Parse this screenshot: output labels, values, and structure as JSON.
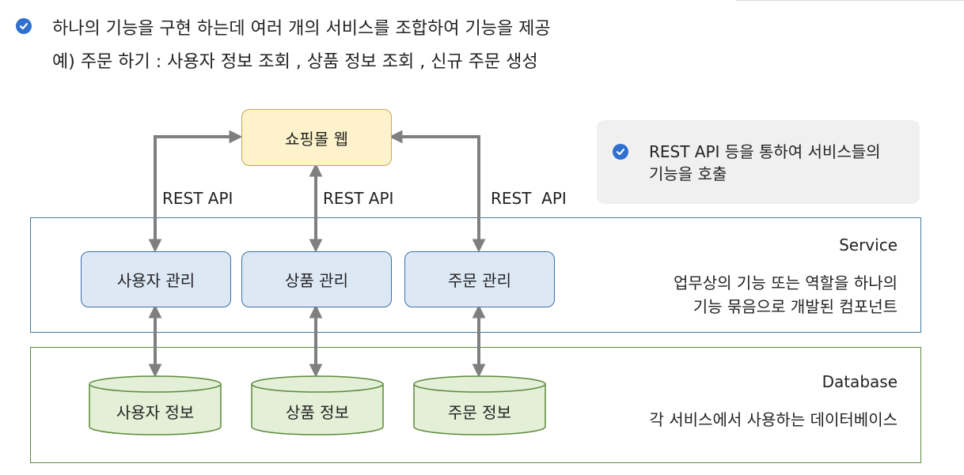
{
  "header": {
    "line1": "하나의 기능을 구현 하는데 여러 개의 서비스를 조합하여 기능을 제공",
    "line2": "예) 주문 하기 : 사용자 정보 조회 , 상품 정보 조회 , 신규 주문 생성"
  },
  "callout": {
    "line1": "REST API 등을 통하여 서비스들의",
    "line2": "기능을 호출"
  },
  "web": {
    "label": "쇼핑몰 웹"
  },
  "api_labels": [
    "REST API",
    "REST API",
    "REST  API"
  ],
  "services": [
    "사용자 관리",
    "상품 관리",
    "주문 관리"
  ],
  "databases": [
    "사용자 정보",
    "상품 정보",
    "주문 정보"
  ],
  "service_section": {
    "title": "Service",
    "desc1": "업무상의 기능 또는 역할을 하나의",
    "desc2": "기능 묶음으로 개발된 컴포넌트"
  },
  "db_section": {
    "title": "Database",
    "desc": "각 서비스에서 사용하는 데이터베이스"
  },
  "colors": {
    "check": "#2f6fd0",
    "web_fill": "#fdf2cc",
    "service_fill": "#dde8f5",
    "db_fill": "#e3efd6",
    "arrow": "#7f7f7f"
  }
}
